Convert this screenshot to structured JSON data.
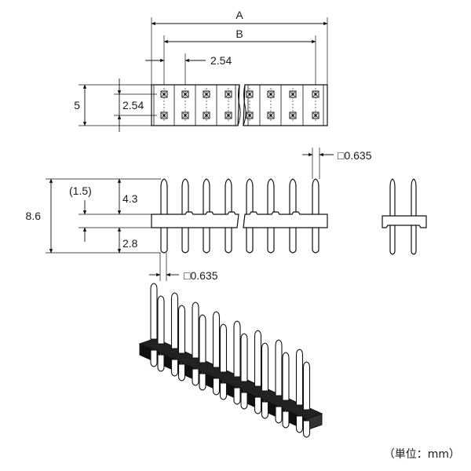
{
  "top_view": {
    "dim_A": "A",
    "dim_B": "B",
    "pitch": "2.54",
    "height": "5",
    "row_pitch": "2.54"
  },
  "front_view": {
    "total_height": "8.6",
    "upper_offset": "(1.5)",
    "upper_length": "4.3",
    "lower_length": "2.8",
    "pin_section_top": "□0.635",
    "pin_section_bottom": "□0.635"
  },
  "units": "（単位：mm）"
}
